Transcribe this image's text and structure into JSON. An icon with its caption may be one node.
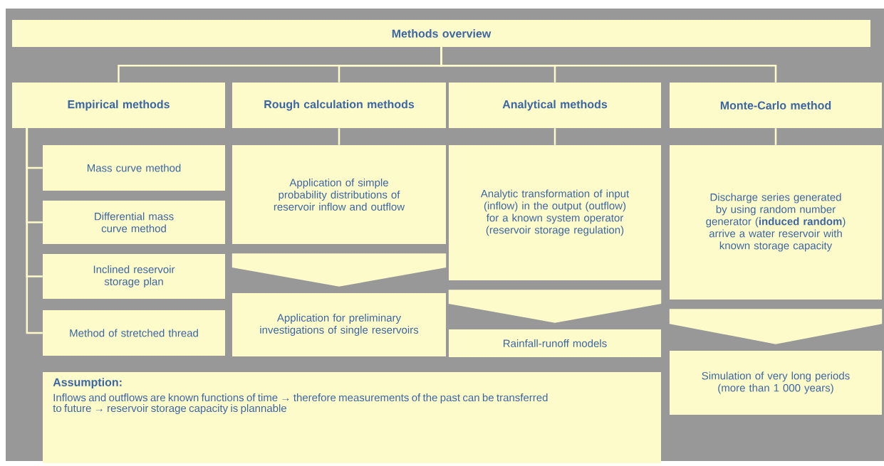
{
  "diagram": {
    "nodes": [
      {
        "text": [
          "Methods overview"
        ]
      },
      {
        "text": [
          "Empirical methods"
        ]
      },
      {
        "text": [
          "Rough calculation methods"
        ]
      },
      {
        "text": [
          "Analytical methods"
        ]
      },
      {
        "text": [
          "Monte-Carlo method"
        ]
      },
      {
        "text": [
          "Mass curve method"
        ]
      },
      {
        "text": [
          "Differential mass curve method"
        ]
      },
      {
        "text": [
          "Inclined reservoir storage plan"
        ]
      },
      {
        "text": [
          "Method of stretched thread"
        ]
      },
      {
        "text": [
          "Application of simple probability distributions of reservoir inflow and outflow"
        ]
      },
      {
        "text": [
          "Application for preliminary investigations of single reservoirs"
        ]
      },
      {
        "text": [
          "Analytic transformation of input (inflow) in the output (outflow) for a known system operator (reservoir storage regulation)"
        ]
      },
      {
        "text": [
          "Rainfall-runoff models"
        ]
      },
      {
        "text": [
          "Discharge series generated by using random number generator (**induced random**) arrive a water reservoir with known storage capacity"
        ]
      },
      {
        "text": [
          "Simulation of very long periods (more than 1 000 years)"
        ]
      },
      {
        "text": [
          "Assumption:",
          "Inflows and outflows are known functions of time → therefore measurements of the past can be transferred to future → reservoir storage capacity is plannable"
        ]
      }
    ],
    "edges": [
      {
        "from": 0,
        "to": 1,
        "arrow": "none"
      },
      {
        "from": 0,
        "to": 2,
        "arrow": "none"
      },
      {
        "from": 0,
        "to": 3,
        "arrow": "none"
      },
      {
        "from": 0,
        "to": 4,
        "arrow": "none"
      },
      {
        "from": 1,
        "to": 5,
        "arrow": "none"
      },
      {
        "from": 1,
        "to": 6,
        "arrow": "none"
      },
      {
        "from": 1,
        "to": 7,
        "arrow": "none"
      },
      {
        "from": 1,
        "to": 8,
        "arrow": "none"
      },
      {
        "from": 2,
        "to": 9,
        "arrow": "none"
      },
      {
        "from": 3,
        "to": 11,
        "arrow": "none"
      },
      {
        "from": 4,
        "to": 13,
        "arrow": "none"
      },
      {
        "from": 9,
        "to": 10,
        "arrow": "to"
      },
      {
        "from": 11,
        "to": 12,
        "arrow": "to"
      },
      {
        "from": 13,
        "to": 14,
        "arrow": "to"
      }
    ]
  }
}
